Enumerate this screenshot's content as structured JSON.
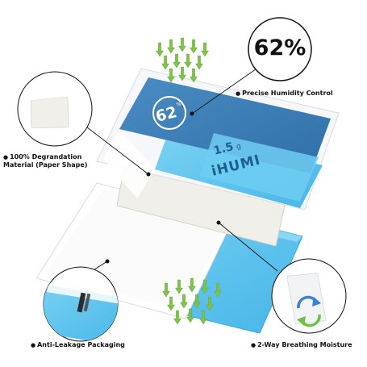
{
  "badge_percentage": "62%",
  "packet": {
    "circle_number": "62",
    "circle_unit": "%",
    "weight": "1.5",
    "weight_unit": "g",
    "brand": "iHUMI"
  },
  "callouts": {
    "degradation_line1": "100% Degrandation",
    "degradation_line2": "Material (Paper Shape)",
    "humidity": "Precise Humidity Control",
    "leakage": "Anti-Leakage Packaging",
    "breathing": "2-Way Breathing Moisture"
  },
  "colors": {
    "packet_dark_blue": "#3b7fb8",
    "packet_light_blue": "#5bc4ee",
    "arrow_green": "#7fc24a",
    "white_layer": "#f3f1ec"
  },
  "icons": [
    "down-arrow-icon",
    "refresh-cycle-icon",
    "bullet-icon"
  ]
}
